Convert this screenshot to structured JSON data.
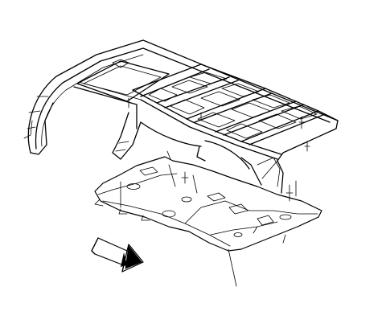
{
  "diagram": {
    "parts": [
      {
        "id": "roof-frame",
        "icon": "roof-frame-outline"
      },
      {
        "id": "headliner",
        "icon": "headliner-panel-outline"
      },
      {
        "id": "direction-arrow",
        "icon": "forward-arrow"
      }
    ],
    "line_color": "#000000",
    "background": "#ffffff"
  }
}
